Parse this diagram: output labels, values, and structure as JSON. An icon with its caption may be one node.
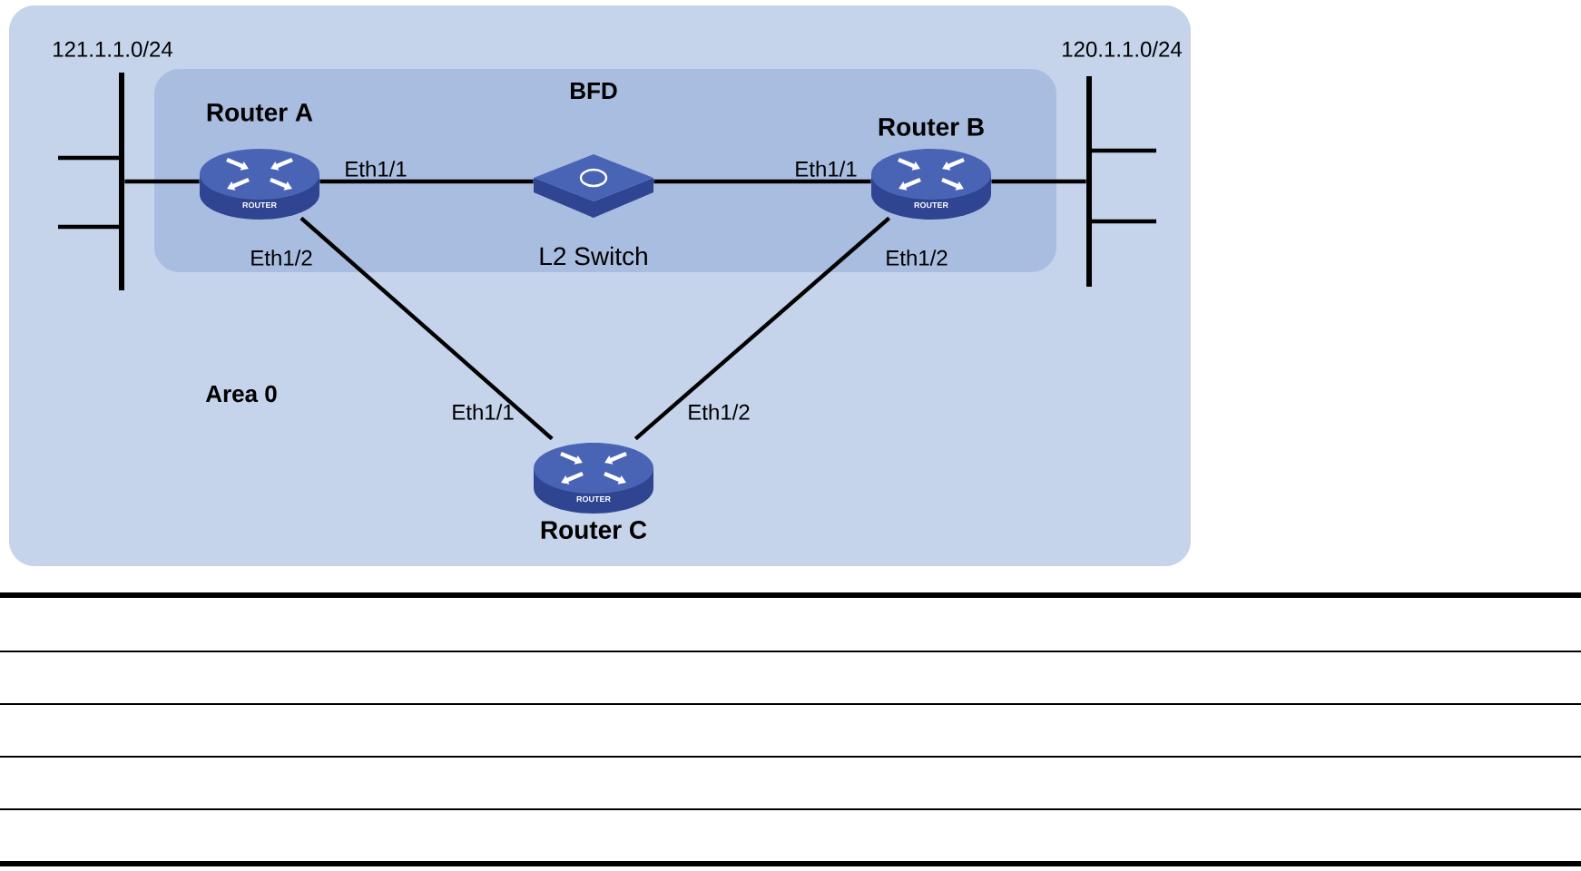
{
  "diagram": {
    "nodes": [
      {
        "text": [
          "Area 0"
        ]
      },
      {
        "text": [
          "BFD"
        ],
        "in": 0
      },
      {
        "text": [
          "Router A",
          "ROUTER"
        ],
        "in": 1
      },
      {
        "text": [
          "L2 Switch"
        ],
        "in": 1
      },
      {
        "text": [
          "Router B",
          "ROUTER"
        ],
        "in": 1
      },
      {
        "text": [
          "ROUTER",
          "Router C"
        ],
        "in": 0
      },
      {
        "text": [
          "121.1.1.0/24"
        ],
        "in": 0
      },
      {
        "text": [
          "120.1.1.0/24"
        ],
        "in": 0
      }
    ],
    "edges": [
      {
        "from": 6,
        "to": 2,
        "arrow": "none"
      },
      {
        "from": 2,
        "to": 3,
        "arrow": "none"
      },
      {
        "from": 3,
        "to": 4,
        "arrow": "none"
      },
      {
        "from": 4,
        "to": 7,
        "arrow": "none"
      },
      {
        "from": 2,
        "to": 5,
        "arrow": "none"
      },
      {
        "from": 4,
        "to": 5,
        "arrow": "none"
      }
    ],
    "labels": [
      "Eth1/1",
      "Eth1/1",
      "Eth1/2",
      "Eth1/2",
      "Eth1/1",
      "Eth1/2"
    ]
  }
}
